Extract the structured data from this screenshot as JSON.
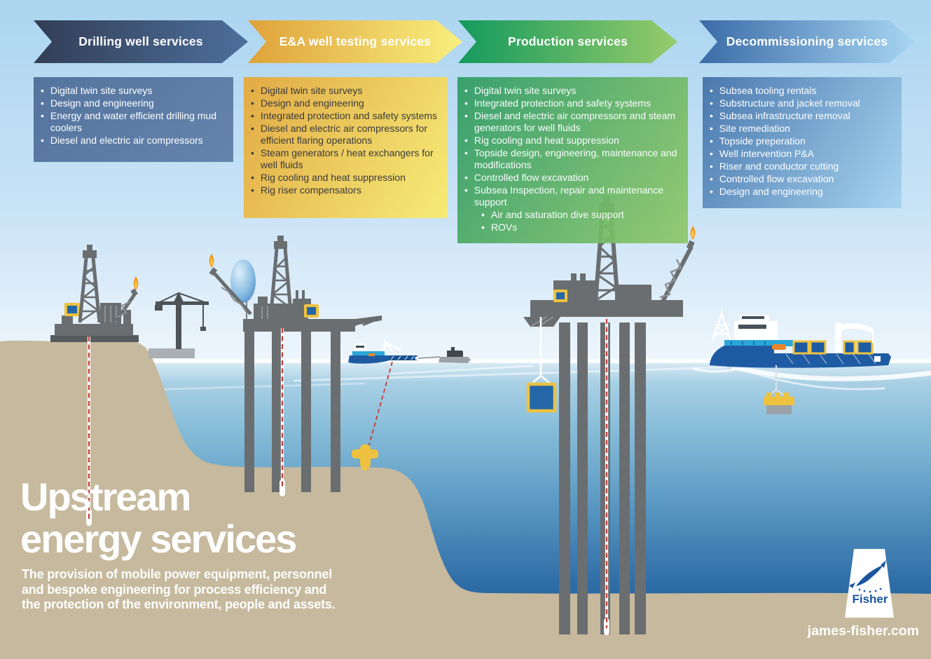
{
  "page": {
    "title_line1": "Upstream",
    "title_line2": "energy services",
    "subtitle_lines": [
      "The provision of mobile power equipment, personnel",
      "and bespoke engineering for process efficiency and",
      "the protection of the environment, people and assets."
    ],
    "website": "james-fisher.com",
    "logo_text": "Fisher"
  },
  "services": [
    {
      "id": "drilling-well-services",
      "label": "Drilling well services",
      "items": [
        "Digital twin site surveys",
        "Design and engineering",
        "Energy and water efficient drilling mud coolers",
        "Diesel and electric air compressors"
      ]
    },
    {
      "id": "ea-well-testing-services",
      "label": "E&A well testing services",
      "items": [
        "Digital twin site surveys",
        "Design and engineering",
        "Integrated protection and safety systems",
        "Diesel and electric air compressors for efficient flaring operations",
        "Steam generators / heat exchangers for well fluids",
        "Rig cooling and heat suppression",
        "Rig riser compensators"
      ]
    },
    {
      "id": "production-services",
      "label": "Production services",
      "items": [
        "Digital twin site surveys",
        "Integrated protection and safety systems",
        "Diesel and electric air compressors and steam generators for well fluids",
        "Rig cooling and heat suppression",
        "Topside design, engineering, maintenance and modifications",
        "Controlled flow excavation",
        "Subsea Inspection, repair and maintenance support",
        {
          "t": "Air and saturation dive support",
          "lvl": 1
        },
        {
          "t": "ROVs",
          "lvl": 1
        }
      ]
    },
    {
      "id": "decommissioning-services",
      "label": "Decommissioning services",
      "items": [
        "Subsea tooling rentals",
        "Substructure and jacket removal",
        "Subsea infrastructure removal",
        "Site remediation",
        "Topside preperation",
        "Well intervention P&A",
        "Riser and conductor cutting",
        "Controlled flow excavation",
        "Design and engineering"
      ]
    }
  ],
  "colors": {
    "sky_top": "#abd5f0",
    "sky_horizon": "#eef6fc",
    "sea_surface": "#d9ebf4",
    "sea_mid": "#5f9dc6",
    "sea_deep": "#1d5a95",
    "sand": "#c6b99d",
    "structure_gray": "#6a6e70",
    "structure_dark": "#565b5e",
    "drill1": "#333e55",
    "drill2": "#4c6f9d",
    "drill_box1": "#54749e",
    "drill_box2": "#6484ae",
    "test1": "#dfa23a",
    "test2": "#f8ef7e",
    "test_box1": "#e2aa45",
    "test_box2": "#f6ec78",
    "prod1": "#149a5d",
    "prod2": "#97cb6b",
    "prod_box1": "#2f9c64",
    "prod_box2": "#90c868",
    "decom1": "#3a6ba7",
    "decom2": "#a7d6f2",
    "decom_box1": "#4a78ae",
    "decom_box2": "#a6d4f0",
    "accent_yellow": "#eec23f",
    "accent_blue": "#2467a8",
    "flame_orange": "#f59a23",
    "flame_yellow": "#ffd24a",
    "drill_red": "#c23b38",
    "vessel_blue": "#1e5ba3",
    "vessel_teal": "#2aa7da",
    "lifeboat_orange": "#e8872a",
    "dark_text": "#3b3b3b",
    "logo_blue": "#1c55a0",
    "website_text": "#ffffff"
  }
}
